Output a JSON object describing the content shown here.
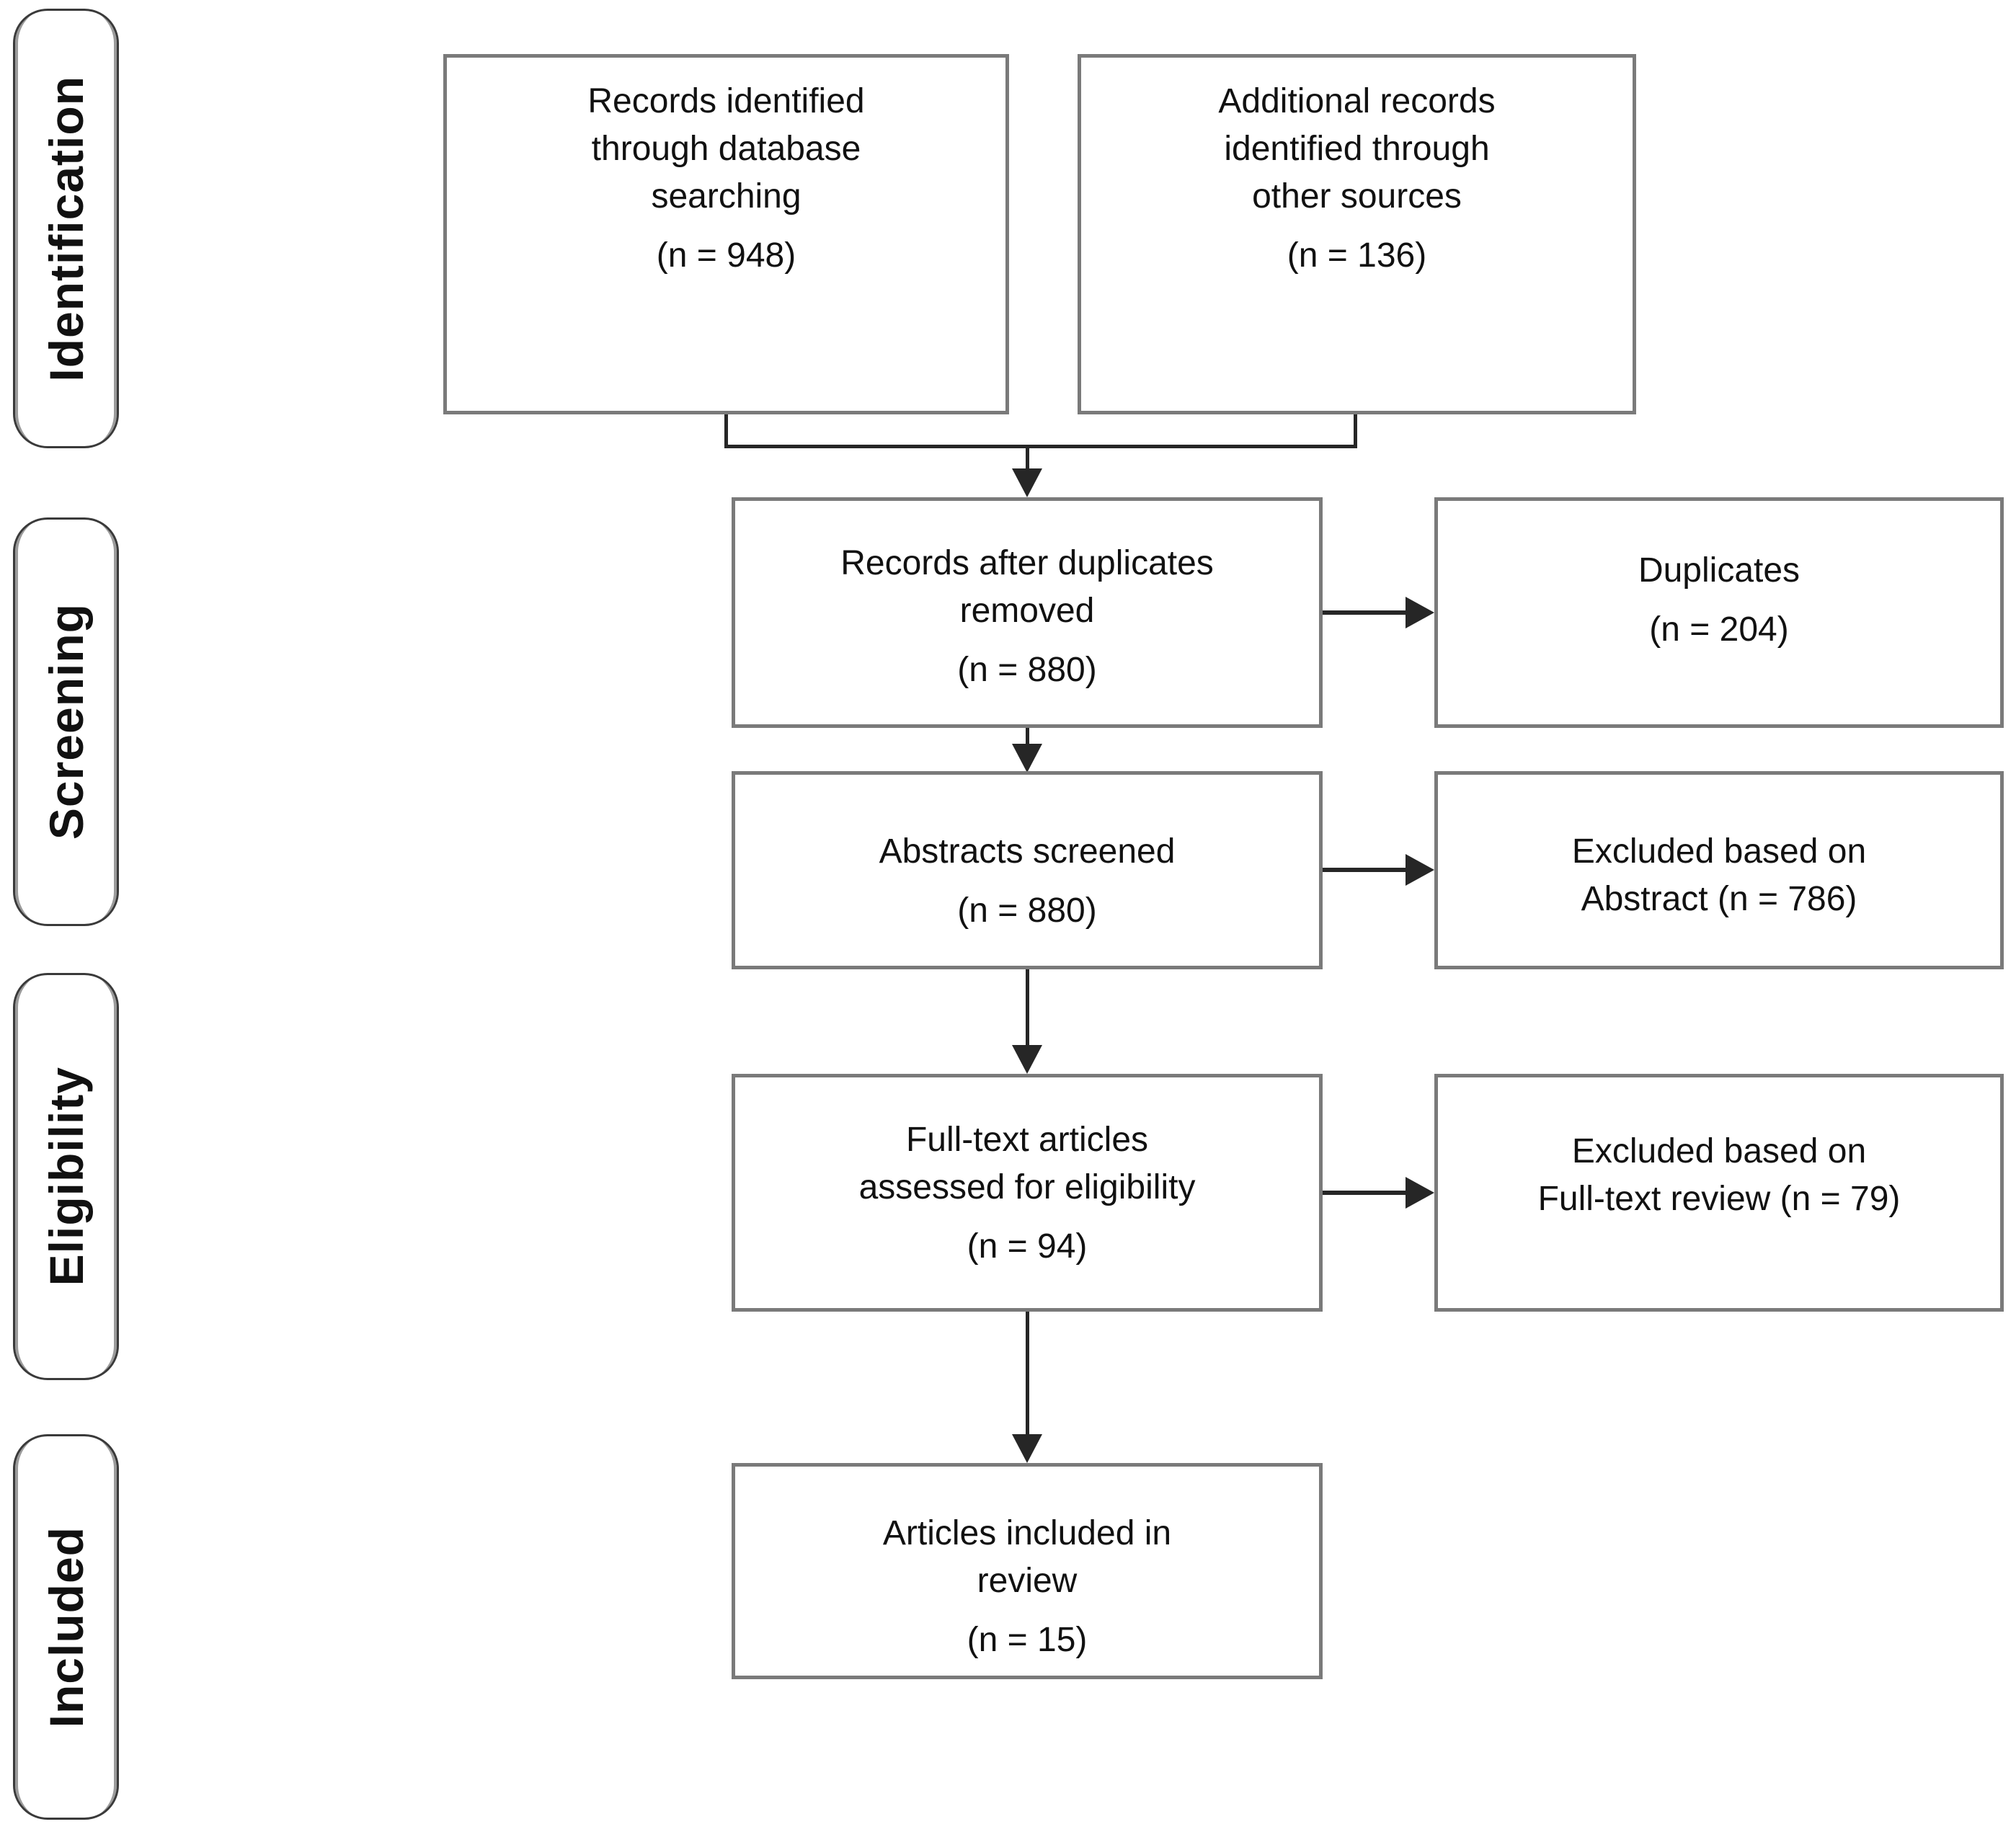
{
  "stages": [
    {
      "id": "identification",
      "label": "Identification"
    },
    {
      "id": "screening",
      "label": "Screening"
    },
    {
      "id": "eligibility",
      "label": "Eligibility"
    },
    {
      "id": "included",
      "label": "Included"
    }
  ],
  "boxes": {
    "records_identified": {
      "lines": [
        "Records identified",
        "through database",
        "searching"
      ],
      "n": "(n = 948)"
    },
    "additional_records": {
      "lines": [
        "Additional records",
        "identified through",
        "other sources"
      ],
      "n": "(n = 136)"
    },
    "after_duplicates": {
      "lines": [
        "Records after duplicates",
        "removed"
      ],
      "n": "(n = 880)"
    },
    "duplicates": {
      "lines": [
        "Duplicates"
      ],
      "n": "(n = 204)"
    },
    "abstracts_screened": {
      "lines": [
        "Abstracts screened"
      ],
      "n": "(n = 880)"
    },
    "excluded_abstract": {
      "lines": [
        "Excluded based on",
        "Abstract (n = 786)"
      ]
    },
    "fulltext_assessed": {
      "lines": [
        "Full-text articles",
        "assessed for eligibility"
      ],
      "n": "(n = 94)"
    },
    "excluded_fulltext": {
      "lines": [
        "Excluded based on",
        "Full-text review (n = 79)"
      ]
    },
    "included_review": {
      "lines": [
        "Articles included in",
        "review"
      ],
      "n": "(n = 15)"
    }
  },
  "colors": {
    "background": "#ffffff",
    "box_fill": "#ffffff",
    "box_border": "#7a7a7a",
    "stage_border": "#3a3a3a",
    "connector": "#262626",
    "text": "#111111"
  }
}
